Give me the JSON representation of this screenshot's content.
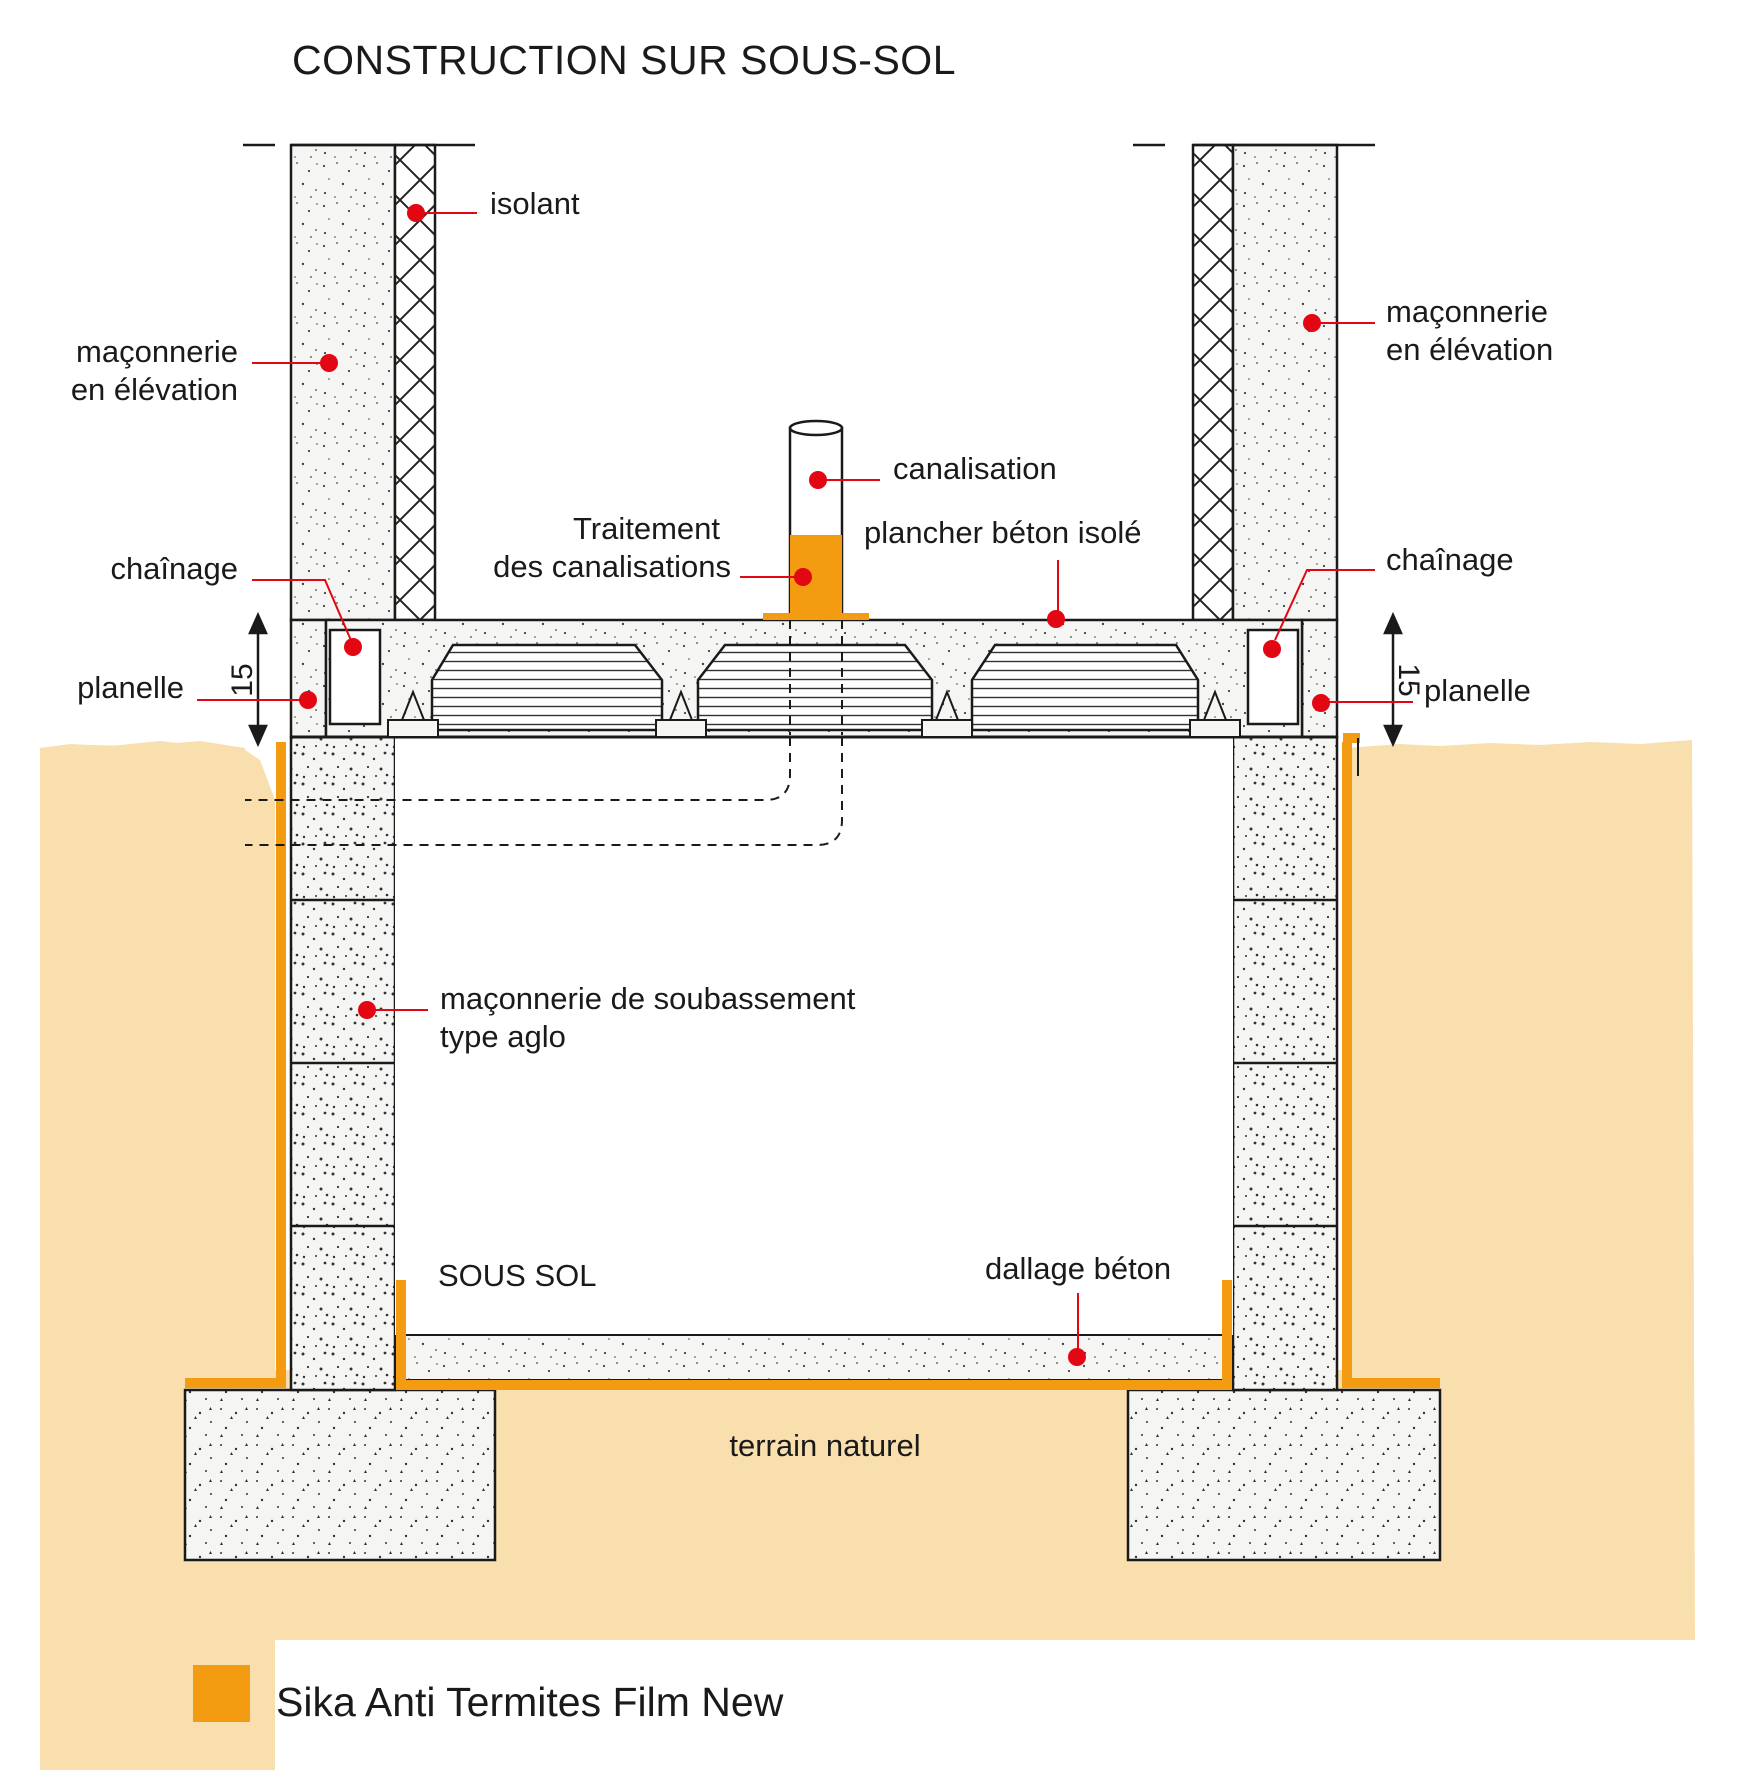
{
  "title": "CONSTRUCTION SUR SOUS-SOL",
  "labels": {
    "isolant": "isolant",
    "maconnerie_elevation_left_1": "maçonnerie",
    "maconnerie_elevation_left_2": "en élévation",
    "maconnerie_elevation_right_1": "maçonnerie",
    "maconnerie_elevation_right_2": "en élévation",
    "canalisation": "canalisation",
    "traitement_1": "Traitement",
    "traitement_2": "des canalisations",
    "plancher": "plancher béton isolé",
    "chainage_left": "chaînage",
    "chainage_right": "chaînage",
    "planelle_left": "planelle",
    "planelle_right": "planelle",
    "dim_left": "15",
    "dim_right": "15",
    "soubassement_1": "maçonnerie de soubassement",
    "soubassement_2": "type aglo",
    "sous_sol": "SOUS SOL",
    "dallage": "dallage béton",
    "terrain": "terrain naturel"
  },
  "legend": {
    "label": "Sika Anti Termites Film New",
    "color": "#f39c12"
  },
  "colors": {
    "ground": "#f9dfae",
    "film": "#f39c12",
    "marker": "#e30613",
    "concrete": "#f4f4f2",
    "line": "#1a1a1a"
  }
}
